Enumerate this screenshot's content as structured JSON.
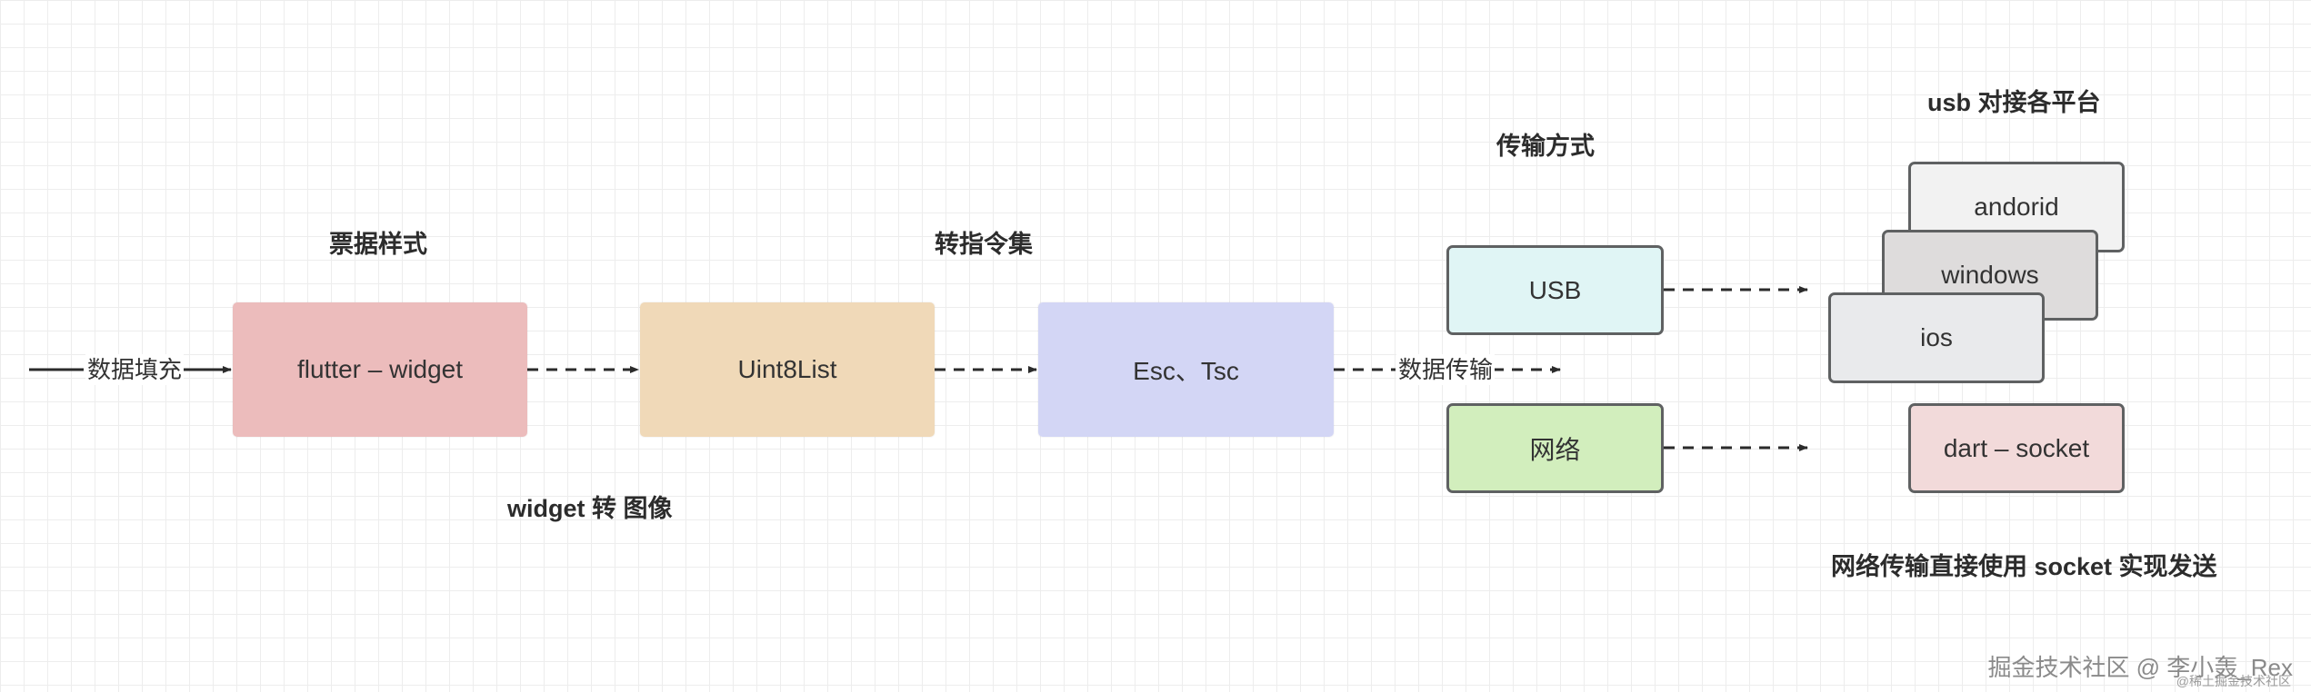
{
  "colors": {
    "flutter_fill": "#ecbcbc",
    "uint8_fill": "#f0d9b8",
    "esc_fill": "#d3d6f5",
    "usb_fill": "#e0f5f5",
    "net_fill": "#d2eebd",
    "android_fill": "#f2f2f2",
    "windows_fill": "#dedcdc",
    "ios_fill": "#e9eaec",
    "dart_fill": "#f2dada",
    "line": "#2b2b2b"
  },
  "nodes": {
    "flutter": "flutter – widget",
    "uint8": "Uint8List",
    "esc": "Esc、Tsc",
    "usb": "USB",
    "net": "网络",
    "android": "andorid",
    "windows": "windows",
    "ios": "ios",
    "dart": "dart – socket"
  },
  "edge_labels": {
    "input": "数据填充",
    "transfer": "数据传输"
  },
  "labels": {
    "ticket_style": "票据样式",
    "to_command": "转指令集",
    "transport": "传输方式",
    "usb_platforms": "usb 对接各平台",
    "widget_to_image": "widget 转 图像",
    "socket_note": "网络传输直接使用 socket 实现发送"
  },
  "watermark": {
    "main": "掘金技术社区 @ 李小轰_Rex",
    "sub": "@稀土掘金技术社区"
  }
}
